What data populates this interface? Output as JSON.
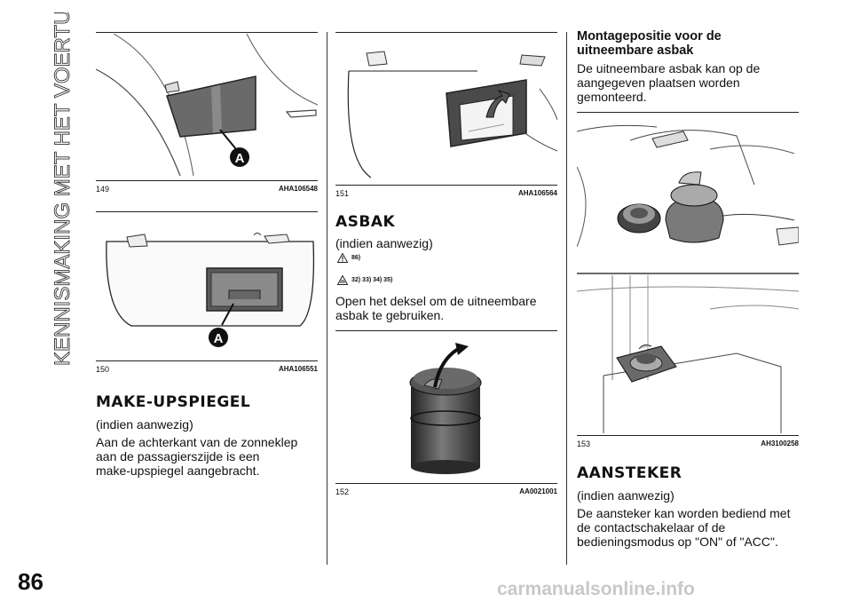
{
  "side_title": "KENNISMAKING MET HET VOERTUIG",
  "page_number": "86",
  "watermark": "carmanualsonline.info",
  "figures": [
    {
      "number": "149",
      "code": "AHA106548",
      "label": "A"
    },
    {
      "number": "150",
      "code": "AHA106551",
      "label": "A"
    },
    {
      "number": "151",
      "code": "AHA106564"
    },
    {
      "number": "152",
      "code": "AA0021001"
    },
    {
      "number": "153",
      "code": "AH3100258"
    }
  ],
  "make_upspiegel": {
    "heading": "MAKE-UPSPIEGEL",
    "optional": "(indien aanwezig)",
    "lines": [
      "Aan de achterkant van de zonneklep",
      "aan de passagierszijde is een",
      "make-upspiegel aangebracht."
    ]
  },
  "asbak": {
    "heading": "ASBAK",
    "optional": "(indien aanwezig)",
    "ref1": "86)",
    "ref2": "32) 33) 34) 35)",
    "lines": [
      "Open het deksel om de uitneembare",
      "asbak te gebruiken."
    ]
  },
  "montage": {
    "heading_lines": [
      "Montagepositie voor de",
      "uitneembare asbak"
    ],
    "lines": [
      "De uitneembare asbak kan op de",
      "aangegeven plaatsen worden",
      "gemonteerd."
    ]
  },
  "aansteker": {
    "heading": "AANSTEKER",
    "optional": "(indien aanwezig)",
    "lines": [
      "De aansteker kan worden bediend met",
      "de contactschakelaar of de",
      "bedieningsmodus op \"ON\" of \"ACC\"."
    ]
  }
}
